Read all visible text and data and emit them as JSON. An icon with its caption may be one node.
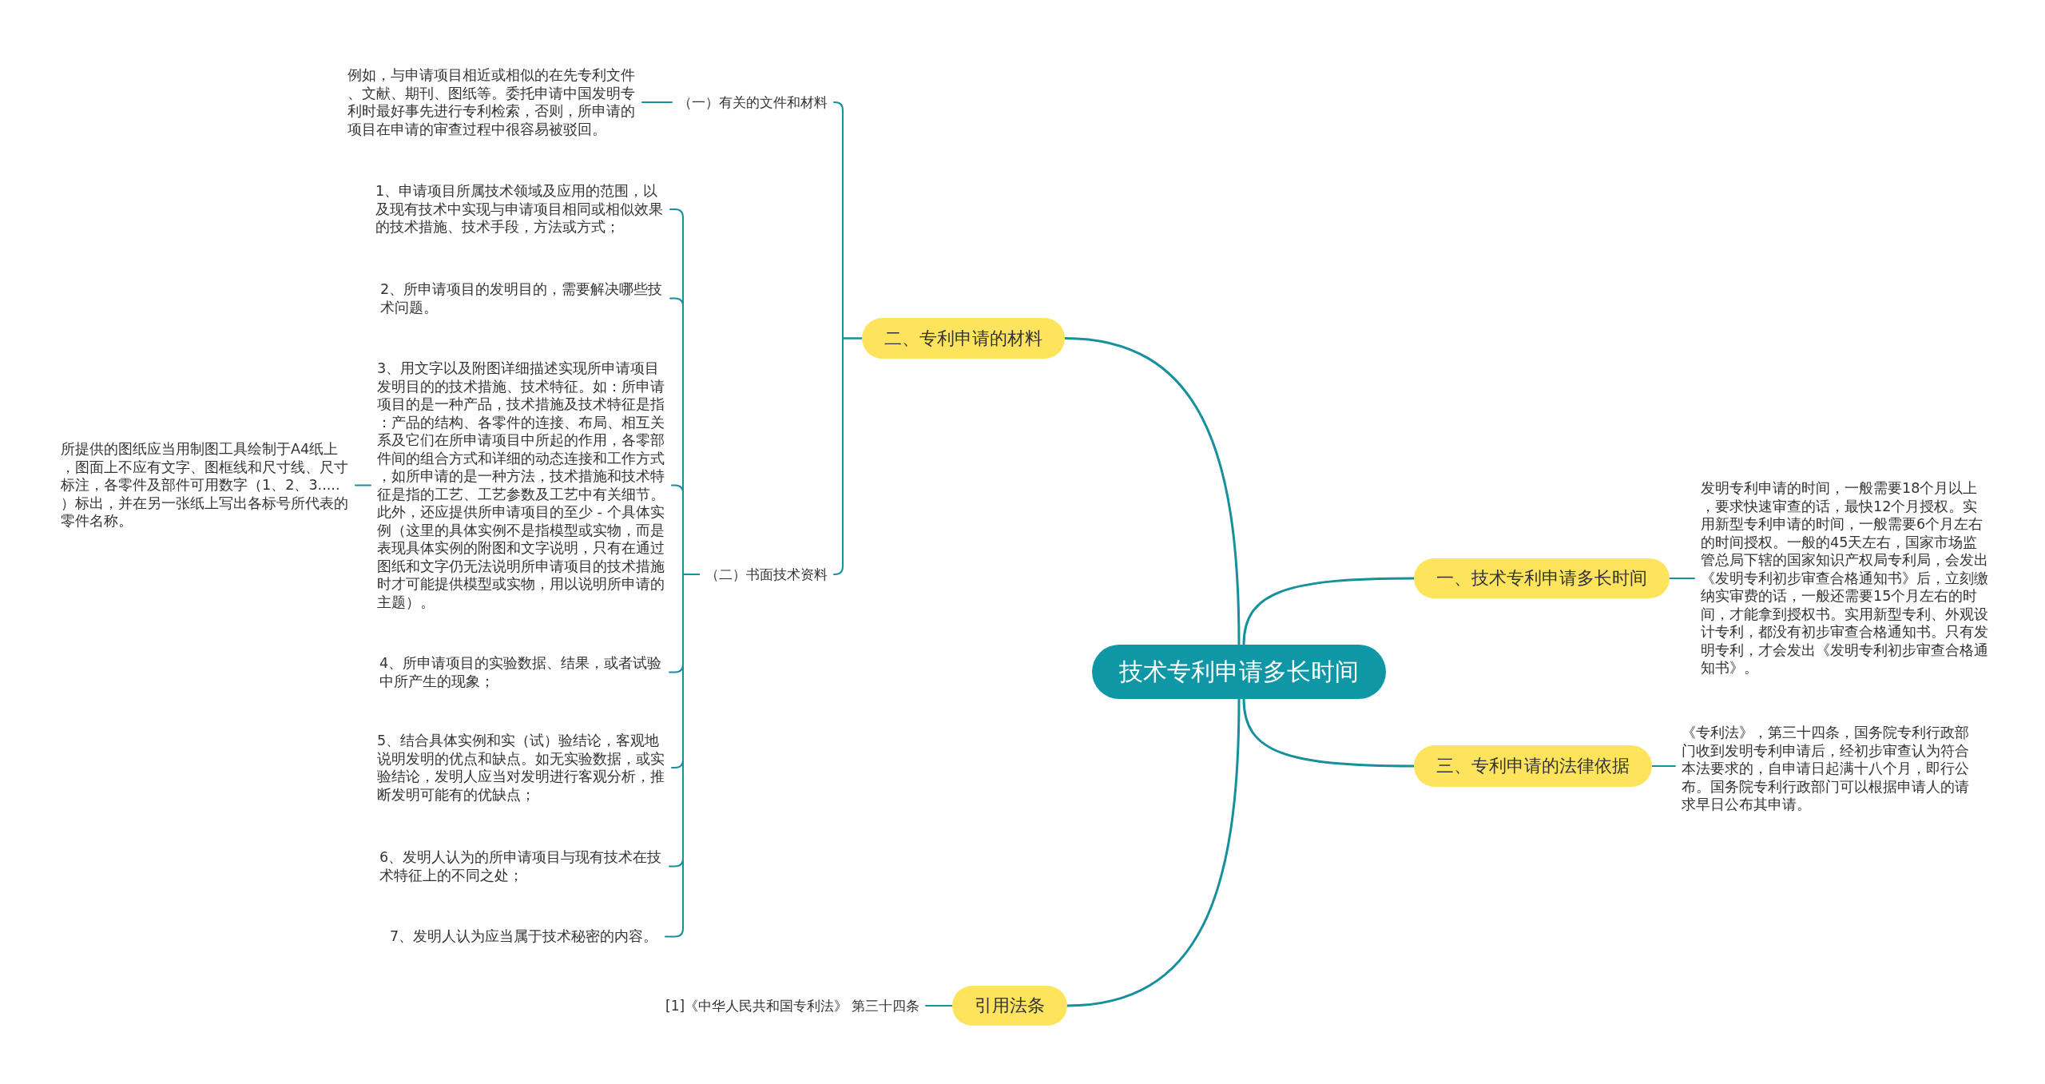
{
  "diagram": {
    "nodes": [
      {
        "text": [
          "技术专利申请多长时间"
        ]
      },
      {
        "text": [
          "二、专利申请的材料"
        ]
      },
      {
        "text": [
          "（一）有关的文件和材料"
        ]
      },
      {
        "text": [
          "例如，与申请项目相近或相似的在先专利文件、文献、期刊、图纸等。委托申请中国发明专利时最好事先进行专利检索，否则，所申请的项目在申请的审查过程中很容易被驳回。"
        ]
      },
      {
        "text": [
          "（二）书面技术资料"
        ]
      },
      {
        "text": [
          "1、申请项目所属技术领域及应用的范围，以及现有技术中实现与申请项目相同或相似效果的技术措施、技术手段，方法或方式；"
        ]
      },
      {
        "text": [
          "2、所申请项目的发明目的，需要解决哪些技术问题。"
        ]
      },
      {
        "text": [
          "3、用文字以及附图详细描述实现所申请项目发明目的的技术措施、技术特征。如：所申请项目的是一种产品，技术措施及技术特征是指：产品的结构、各零件的连接、布局、相互关系及它们在所申请项目中所起的作用，各零部件间的组合方式和详细的动态连接和工作方式，如所申请的是一种方法，技术措施和技术特征是指的工艺、工艺参数及工艺中有关细节。此外，还应提供所申请项目的至少 - 个具体实例（这里的具体实例不是指模型或实物，而是表现具体实例的附图和文字说明，只有在通过图纸和文字仍无法说明所申请项目的技术措施时才可能提供模型或实物，用以说明所申请的主题）。"
        ]
      },
      {
        "text": [
          "所提供的图纸应当用制图工具绘制于A4纸上，图面上不应有文字、图框线和尺寸线、尺寸标注，各零件及部件可用数字（1、2、3.....）标出，并在另一张纸上写出各标号所代表的零件名称。"
        ]
      },
      {
        "text": [
          "4、所申请项目的实验数据、结果，或者试验中所产生的现象；"
        ]
      },
      {
        "text": [
          "5、结合具体实例和实（试）验结论，客观地说明发明的优点和缺点。如无实验数据，或实验结论，发明人应当对发明进行客观分析，推断发明可能有的优缺点；"
        ]
      },
      {
        "text": [
          "6、发明人认为的所申请项目与现有技术在技术特征上的不同之处；"
        ]
      },
      {
        "text": [
          "7、发明人认为应当属于技术秘密的内容。"
        ]
      },
      {
        "text": [
          "一、技术专利申请多长时间"
        ]
      },
      {
        "text": [
          "发明专利申请的时间，一般需要18个月以上，要求快速审查的话，最快12个月授权。实用新型专利申请的时间，一般需要6个月左右的时间授权。一般的45天左右，国家市场监管总局下辖的国家知识产权局专利局，会发出《发明专利初步审查合格通知书》后，立刻缴纳实审费的话，一般还需要15个月左右的时间，才能拿到授权书。实用新型专利、外观设计专利，都没有初步审查合格通知书。只有发明专利，才会发出《发明专利初步审查合格通知书》。"
        ]
      },
      {
        "text": [
          "三、专利申请的法律依据"
        ]
      },
      {
        "text": [
          "《专利法》，第三十四条，国务院专利行政部门收到发明专利申请后，经初步审查认为符合本法要求的，自申请日起满十八个月，即行公布。国务院专利行政部门可以根据申请人的请求早日公布其申请。"
        ]
      },
      {
        "text": [
          "引用法条"
        ]
      },
      {
        "text": [
          "[1]《中华人民共和国专利法》 第三十四条"
        ]
      }
    ],
    "edges": [
      {
        "from": 0,
        "to": 1,
        "arrow": "none"
      },
      {
        "from": 1,
        "to": 2,
        "arrow": "none"
      },
      {
        "from": 2,
        "to": 3,
        "arrow": "none"
      },
      {
        "from": 1,
        "to": 4,
        "arrow": "none"
      },
      {
        "from": 4,
        "to": 5,
        "arrow": "none"
      },
      {
        "from": 4,
        "to": 6,
        "arrow": "none"
      },
      {
        "from": 4,
        "to": 7,
        "arrow": "none"
      },
      {
        "from": 7,
        "to": 8,
        "arrow": "none"
      },
      {
        "from": 4,
        "to": 9,
        "arrow": "none"
      },
      {
        "from": 4,
        "to": 10,
        "arrow": "none"
      },
      {
        "from": 4,
        "to": 11,
        "arrow": "none"
      },
      {
        "from": 4,
        "to": 12,
        "arrow": "none"
      },
      {
        "from": 0,
        "to": 13,
        "arrow": "none"
      },
      {
        "from": 13,
        "to": 14,
        "arrow": "none"
      },
      {
        "from": 0,
        "to": 15,
        "arrow": "none"
      },
      {
        "from": 15,
        "to": 16,
        "arrow": "none"
      },
      {
        "from": 0,
        "to": 17,
        "arrow": "none"
      },
      {
        "from": 17,
        "to": 18,
        "arrow": "none"
      }
    ]
  }
}
